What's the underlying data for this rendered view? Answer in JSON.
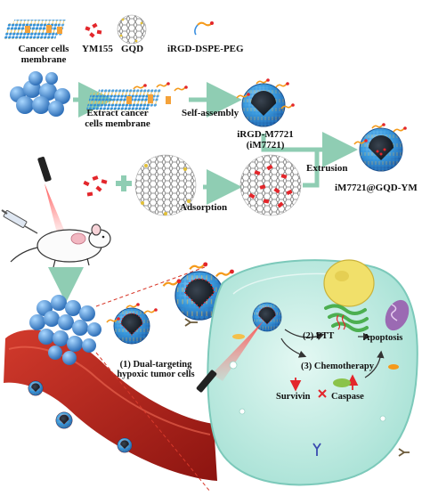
{
  "legend": {
    "membrane": "Cancer cells\nmembrane",
    "ym155": "YM155",
    "gqd": "GQD",
    "peg": "iRGD-DSPE-PEG"
  },
  "steps": {
    "extract": "Extract cancer\ncells membrane",
    "self_assembly": "Self-assembly",
    "irgd_m7721": "iRGD-M7721\n(iM7721)",
    "extrusion": "Extrusion",
    "final_product": "iM7721@GQD-YM",
    "adsorption": "Adsorption"
  },
  "cell": {
    "targeting": "(1) Dual-targeting\nhypoxic tumor cells",
    "ptt": "(2) PTT",
    "chemo": "(3) Chemotherapy",
    "survivin": "Survivin",
    "caspase": "Caspase",
    "apoptosis": "Apoptosis"
  },
  "colors": {
    "membrane_blue": "#2f8fd8",
    "membrane_orange": "#f4a23a",
    "drug_red": "#e3262b",
    "peg_orange": "#f59a1a",
    "arrow_green": "#8fcdb3",
    "cell_teal": "#c4ece4",
    "nucleus_yellow": "#f1e06a",
    "mito_purple": "#9b6ab3",
    "vessel_red": "#b31b18",
    "laser_red": "#e6302e"
  },
  "icons": [
    "laser-pen-icon",
    "syringe-icon",
    "mouse-icon",
    "tumor-cluster-icon",
    "blood-vessel-icon",
    "nanoparticle-icon"
  ]
}
